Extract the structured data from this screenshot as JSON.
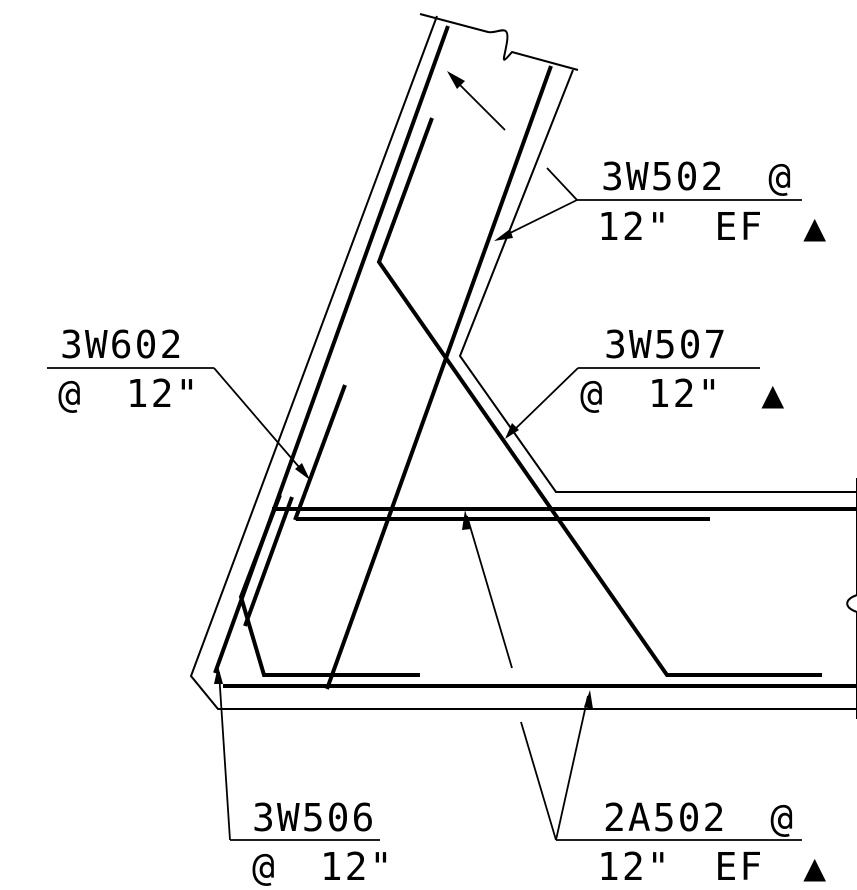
{
  "callouts": {
    "w502": {
      "mark": "3W502",
      "spacing": "12\"",
      "qualifier": "EF",
      "at_symbol": "@",
      "triangle": "▲"
    },
    "w602": {
      "mark": "3W602",
      "spacing": "12\"",
      "at_symbol": "@"
    },
    "w507": {
      "mark": "3W507",
      "spacing": "12\"",
      "at_symbol": "@",
      "triangle": "▲"
    },
    "w506": {
      "mark": "3W506",
      "spacing": "12\"",
      "at_symbol": "@"
    },
    "a502": {
      "mark": "2A502",
      "spacing": "12\"",
      "qualifier": "EF",
      "at_symbol": "@",
      "triangle": "▲"
    }
  },
  "colors": {
    "ink": "#000000",
    "paper": "#ffffff"
  }
}
